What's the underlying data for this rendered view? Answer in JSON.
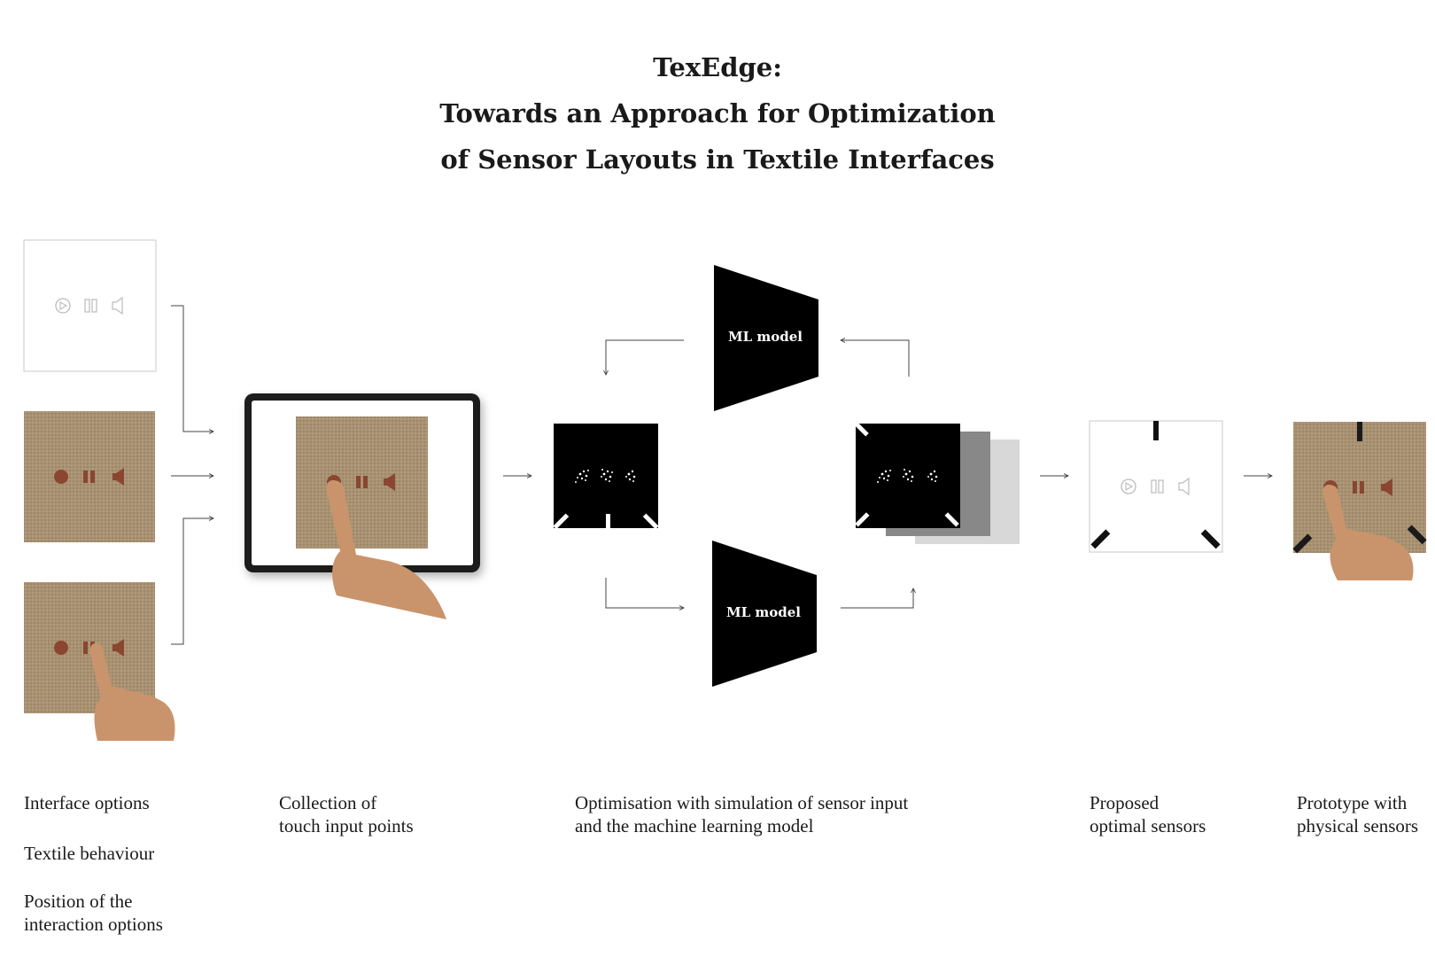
{
  "title": {
    "line1": "TexEdge:",
    "line2": "Towards an Approach for Optimization",
    "line3": "of Sensor Layouts in Textile Interfaces"
  },
  "ml_model_top": "ML model",
  "ml_model_bottom": "ML model",
  "icons": [
    "play-icon",
    "pause-icon",
    "speaker-icon"
  ],
  "colors": {
    "textile": "#a89272",
    "control": "#8a4630",
    "model": "#000000",
    "skin": "#c9946b"
  },
  "captions": {
    "interface_options": "Interface options",
    "textile_behaviour": "Textile behaviour",
    "position_options": "Position of the\ninteraction options",
    "collection": "Collection of\ntouch input points",
    "optimisation": "Optimisation with simulation of sensor input\nand the machine learning model",
    "proposed": "Proposed\noptimal sensors",
    "prototype": "Prototype with\nphysical sensors"
  }
}
